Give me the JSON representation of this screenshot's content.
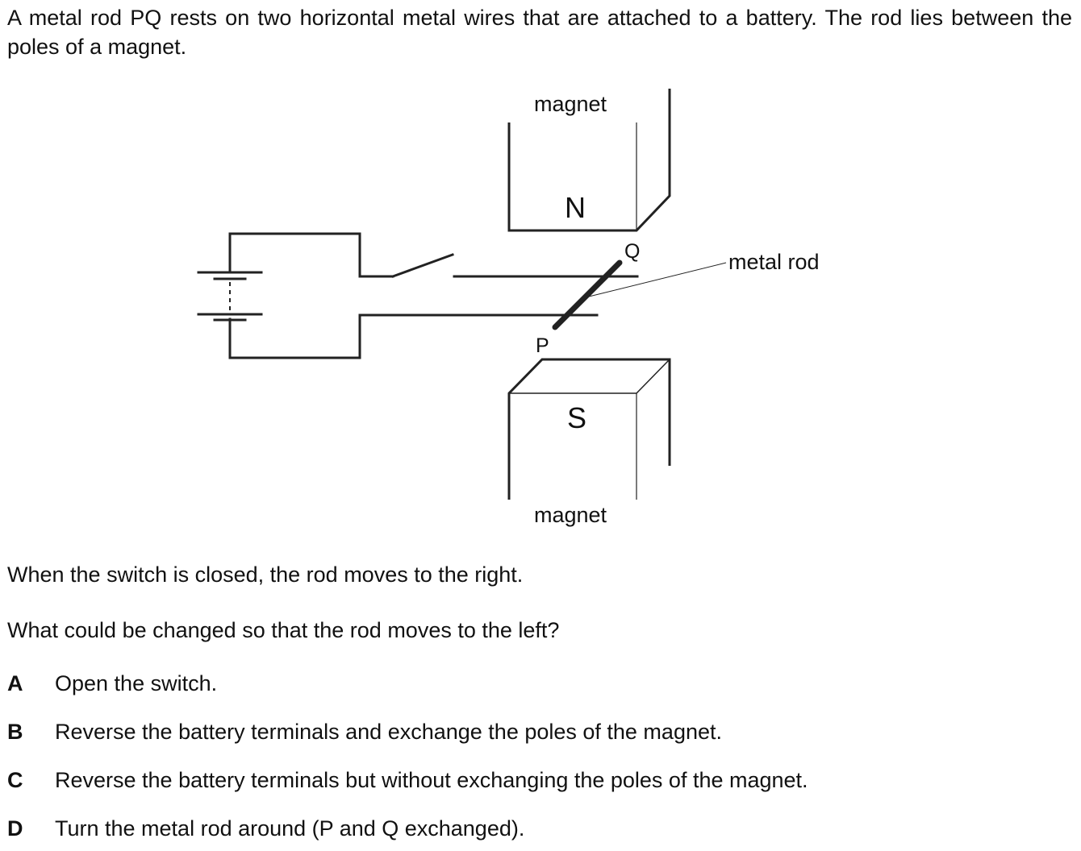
{
  "intro": "A metal rod PQ rests on two horizontal metal wires that are attached to a battery. The rod lies between the poles of a magnet.",
  "diagram": {
    "magnet_top_label": "magnet",
    "magnet_bottom_label": "magnet",
    "north_pole_label": "N",
    "south_pole_label": "S",
    "q_label": "Q",
    "p_label": "P",
    "metal_rod_label": "metal rod"
  },
  "statement": "When the switch is closed, the rod moves to the right.",
  "question": "What could be changed so that the rod moves to the left?",
  "options": [
    {
      "letter": "A",
      "text": "Open the switch."
    },
    {
      "letter": "B",
      "text": "Reverse the battery terminals and exchange the poles of the magnet."
    },
    {
      "letter": "C",
      "text": "Reverse the battery terminals but without exchanging the poles of the magnet."
    },
    {
      "letter": "D",
      "text": "Turn the metal rod around (P and Q exchanged)."
    }
  ]
}
